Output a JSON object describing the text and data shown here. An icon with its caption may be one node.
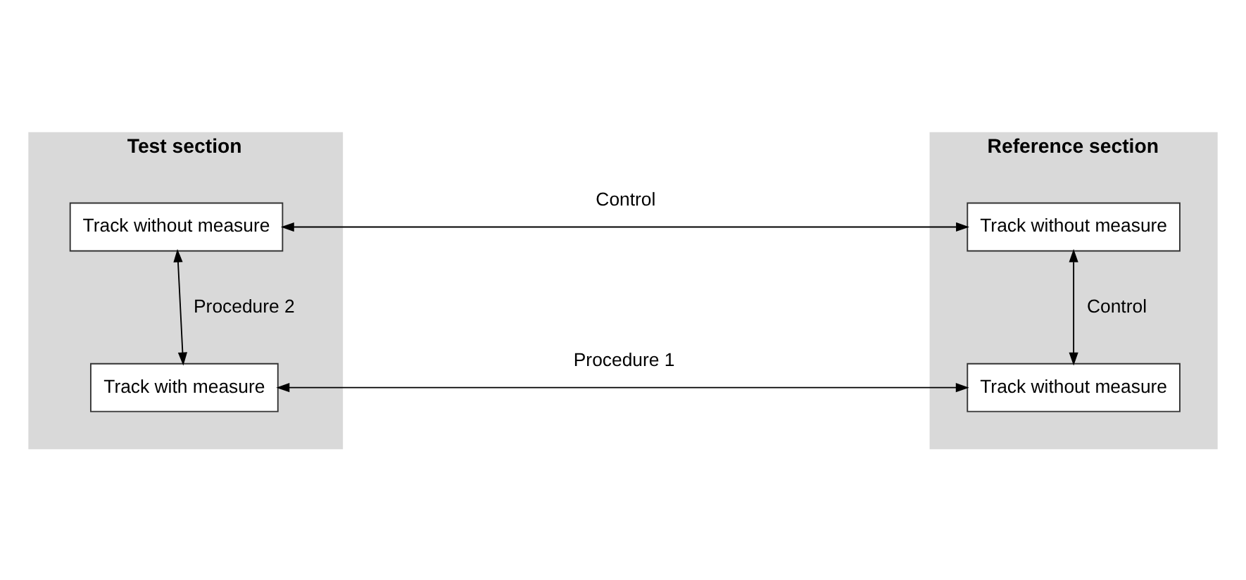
{
  "diagram": {
    "nodes": [
      {
        "text": [
          "Test section"
        ]
      },
      {
        "text": [
          "Track without measure"
        ],
        "in": 0
      },
      {
        "text": [
          "Track with measure"
        ],
        "in": 0
      },
      {
        "text": [
          "Reference section"
        ]
      },
      {
        "text": [
          "Track without measure"
        ],
        "in": 3
      },
      {
        "text": [
          "Track without measure"
        ],
        "in": 3
      }
    ],
    "edges": [
      {
        "from": 1,
        "to": 4,
        "arrow": "both",
        "label": "Control"
      },
      {
        "from": 1,
        "to": 2,
        "arrow": "both",
        "label": "Procedure 2"
      },
      {
        "from": 4,
        "to": 5,
        "arrow": "both",
        "label": "Control"
      },
      {
        "from": 2,
        "to": 5,
        "arrow": "both",
        "label": "Procedure 1"
      }
    ]
  }
}
